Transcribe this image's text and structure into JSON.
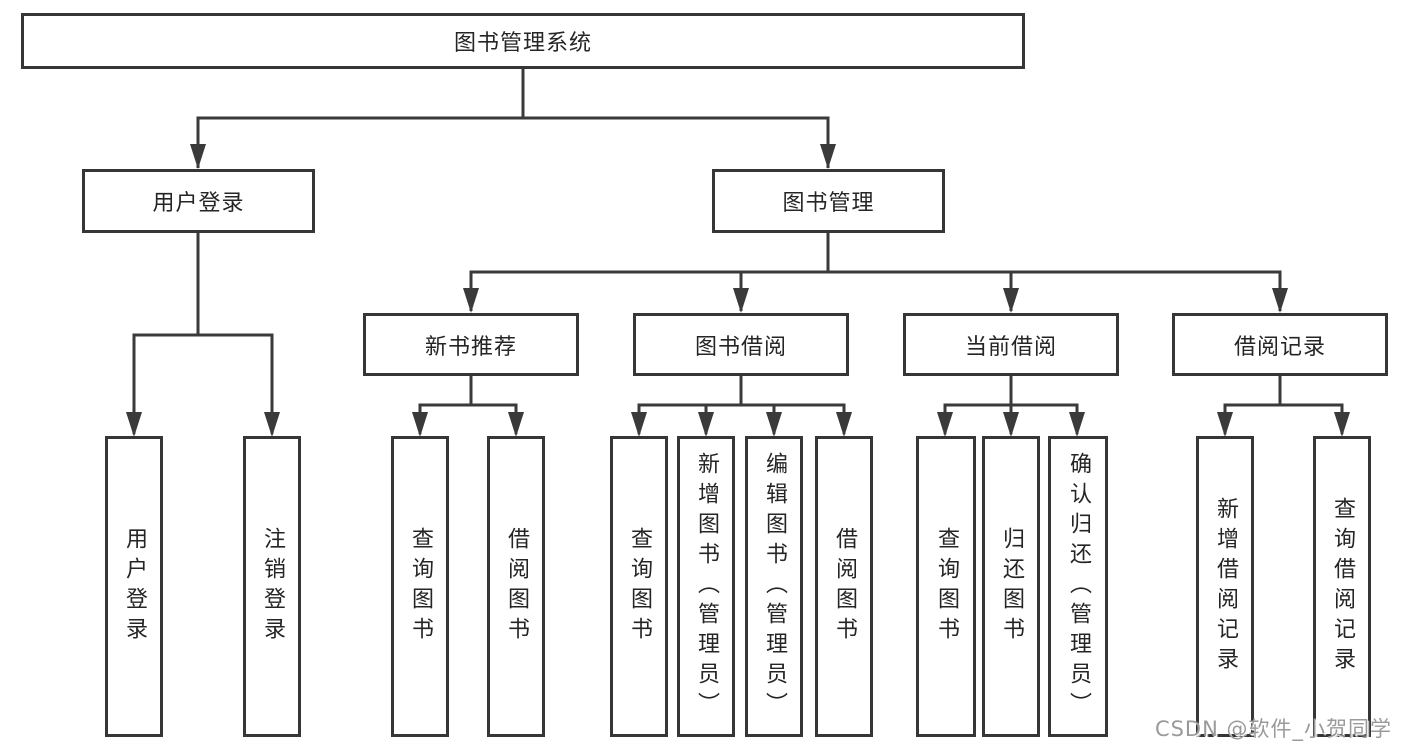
{
  "tree": {
    "label": "图书管理系统",
    "children": [
      {
        "label": "用户登录",
        "children": [
          {
            "label": "用户登录"
          },
          {
            "label": "注销登录"
          }
        ]
      },
      {
        "label": "图书管理",
        "children": [
          {
            "label": "新书推荐",
            "children": [
              {
                "label": "查询图书"
              },
              {
                "label": "借阅图书"
              }
            ]
          },
          {
            "label": "图书借阅",
            "children": [
              {
                "label": "查询图书"
              },
              {
                "label": "新增图书（管理员）"
              },
              {
                "label": "编辑图书（管理员）"
              },
              {
                "label": "借阅图书"
              }
            ]
          },
          {
            "label": "当前借阅",
            "children": [
              {
                "label": "查询图书"
              },
              {
                "label": "归还图书"
              },
              {
                "label": "确认归还（管理员）"
              }
            ]
          },
          {
            "label": "借阅记录",
            "children": [
              {
                "label": "新增借阅记录"
              },
              {
                "label": "查询借阅记录"
              }
            ]
          }
        ]
      }
    ]
  },
  "watermark": "CSDN @软件_小贺同学",
  "colors": {
    "line": "#3a3a3a",
    "text": "#252525",
    "watermark": "#9a9a9a"
  }
}
